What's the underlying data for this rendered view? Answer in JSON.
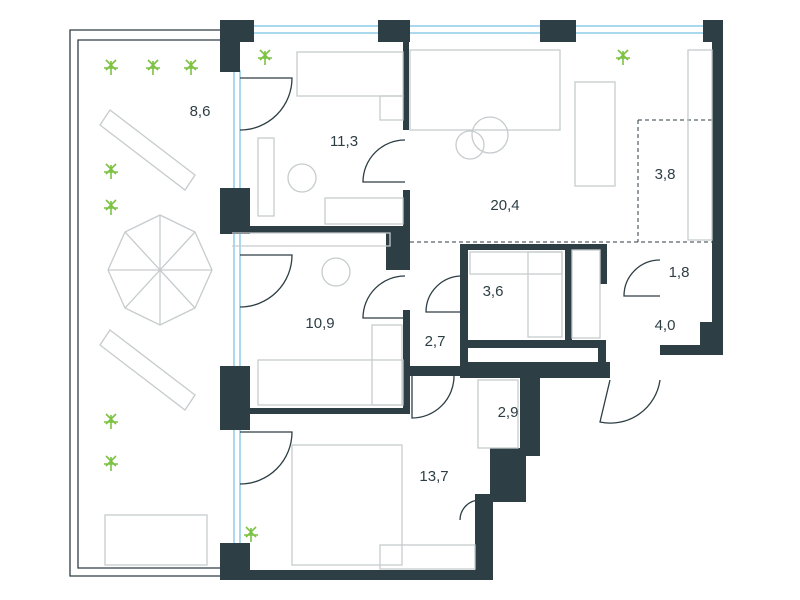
{
  "colors": {
    "wall": "#2d3e44",
    "window": "#8ecbe8",
    "furniture": "#c6cbcd",
    "plant": "#7cc242"
  },
  "rooms": [
    {
      "id": "terrace",
      "area": "8,6"
    },
    {
      "id": "bedroom-1",
      "area": "11,3"
    },
    {
      "id": "living-room",
      "area": "20,4"
    },
    {
      "id": "kitchen",
      "area": "3,8"
    },
    {
      "id": "bedroom-2",
      "area": "10,9"
    },
    {
      "id": "bathroom",
      "area": "3,6"
    },
    {
      "id": "wc",
      "area": "1,8"
    },
    {
      "id": "corridor",
      "area": "2,7"
    },
    {
      "id": "hall",
      "area": "4,0"
    },
    {
      "id": "wardrobe",
      "area": "2,9"
    },
    {
      "id": "master-bedroom",
      "area": "13,7"
    }
  ]
}
